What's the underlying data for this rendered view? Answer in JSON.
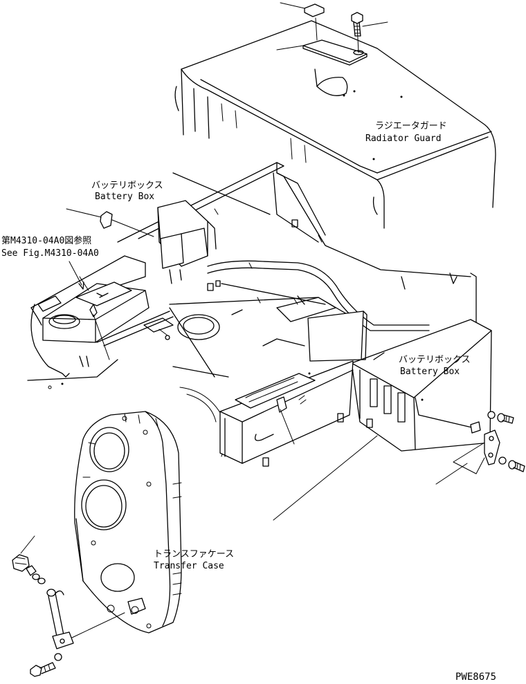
{
  "labels": {
    "radiator_guard_jp": "ラジエータガード",
    "radiator_guard_en": "Radiator Guard",
    "battery_box_left_jp": "バッテリボックス",
    "battery_box_left_en": "Battery Box",
    "see_fig_jp": "第M4310-04A0図参照",
    "see_fig_en": "See Fig.M4310-04A0",
    "battery_box_right_jp": "バッテリボックス",
    "battery_box_right_en": "Battery Box",
    "transfer_case_jp": "トランスファケース",
    "transfer_case_en": "Transfer Case"
  },
  "drawing_code": "PWE8675"
}
